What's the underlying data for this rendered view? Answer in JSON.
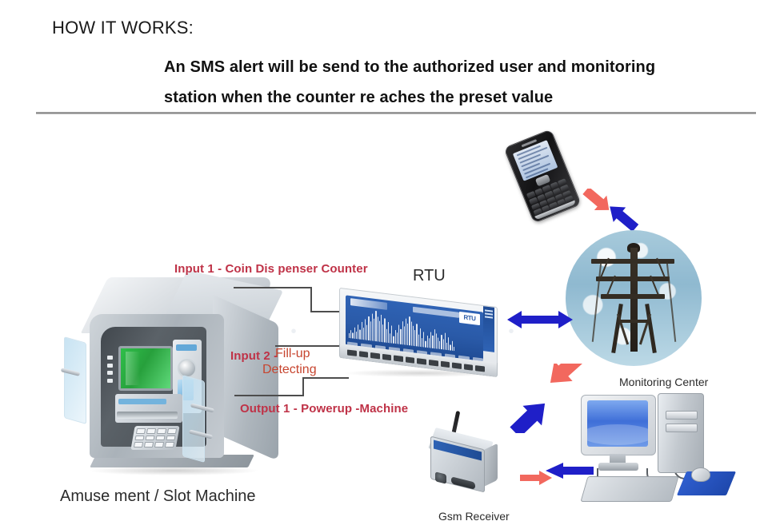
{
  "header": {
    "title": "HOW IT WORKS:",
    "body_line1": "An SMS alert will be send to the authorized user and monitoring",
    "body_line2": "station when the counter re aches the preset value"
  },
  "labels": {
    "input1": "Input 1 - Coin Dis penser Counter",
    "input2": "Input 2 -",
    "input2_detail_line1": "Fill-up",
    "input2_detail_line2": "Detecting",
    "output1": "Output 1 - Powerup -Machine",
    "rtu": "RTU",
    "atm": "Amuse ment / Slot Machine",
    "monitoring_center": "Monitoring Center",
    "gsm_receiver": "Gsm Receiver"
  },
  "devices": {
    "rtu_badge": "RTU"
  },
  "icons": {
    "atm": "slot-machine-icon",
    "rtu": "rtu-device-icon",
    "phone": "mobile-phone-icon",
    "tower": "cell-tower-icon",
    "pc": "desktop-computer-icon",
    "gsm": "gsm-modem-icon",
    "arrow_red": "red-arrow-icon",
    "arrow_blue": "blue-arrow-icon",
    "arrow_blue_double": "blue-double-arrow-icon"
  },
  "colors": {
    "label_red": "#bf3247",
    "label_red_alt": "#c7452f",
    "arrow_red": "#f2685e",
    "arrow_blue": "#1f1fc8",
    "rtu_blue": "#2a5aa8",
    "screen_green": "#27a03c",
    "monitor_blue": "#3f6fd8",
    "text_dark": "#2b2b2b",
    "background": "#ffffff"
  }
}
